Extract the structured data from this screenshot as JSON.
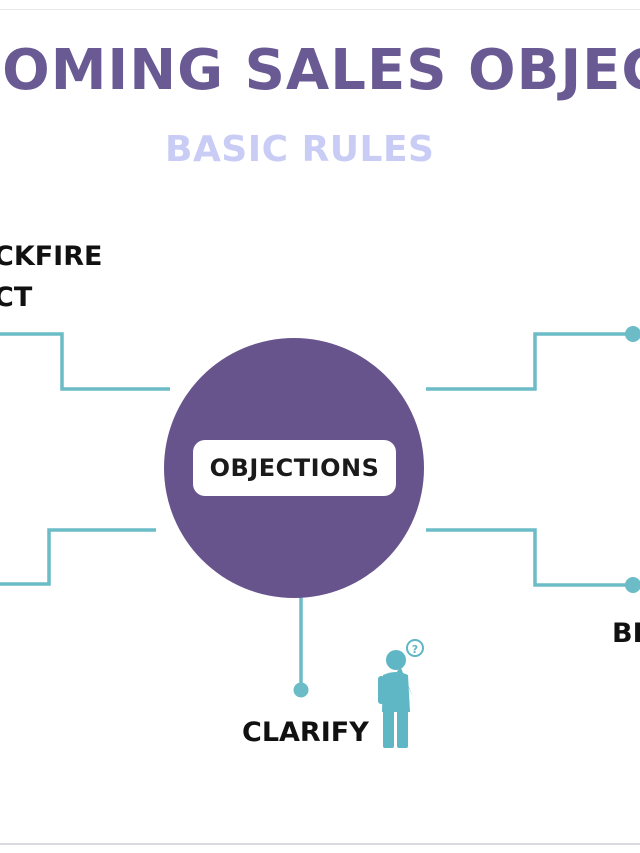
{
  "slide": {
    "title": "COMING SALES OBJECT",
    "subtitle": "BASIC RULES"
  },
  "diagram": {
    "center_label": "OBJECTIONS",
    "branches": {
      "top_left_line1": "CKFIRE",
      "top_left_line2": "CT",
      "bottom_right": "BE",
      "bottom_center": "CLARIFY"
    },
    "colors": {
      "title": "#6a5a94",
      "subtitle": "#c9cdf6",
      "circle": "#67548c",
      "connector": "#6bbcc6",
      "person_icon": "#5fb6c5"
    },
    "icons": {
      "person": "thinking-person-icon",
      "question": "question-bubble-icon"
    }
  }
}
